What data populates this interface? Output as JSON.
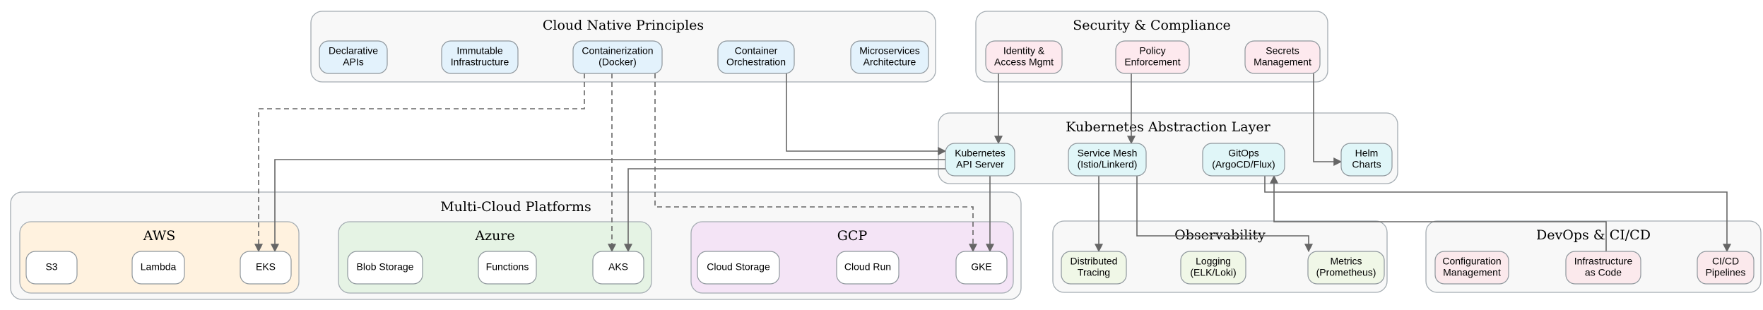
{
  "colors": {
    "cluster_fill": "#f8f8f8",
    "cluster_stroke": "#a4acb2",
    "edge": "#666666",
    "principle_fill": "#e3f2fc",
    "security_fill": "#fde9ee",
    "k8s_fill": "#e0f6f8",
    "obs_fill": "#f0f7e7",
    "devops_fill": "#fbe9ec",
    "aws_fill": "#fff2df",
    "azure_fill": "#e5f3e4",
    "gcp_fill": "#f4e4f6",
    "cloud_node_fill": "#ffffff"
  },
  "clusters": {
    "principles": "Cloud Native Principles",
    "security": "Security & Compliance",
    "kubernetes": "Kubernetes Abstraction Layer",
    "multicloud": "Multi-Cloud Platforms",
    "aws": "AWS",
    "azure": "Azure",
    "gcp": "GCP",
    "observability": "Observability",
    "devops": "DevOps & CI/CD"
  },
  "nodes": {
    "declarative": [
      "Declarative",
      "APIs"
    ],
    "immutable": [
      "Immutable",
      "Infrastructure"
    ],
    "containerization": [
      "Containerization",
      "(Docker)"
    ],
    "orchestration": [
      "Container",
      "Orchestration"
    ],
    "microservices": [
      "Microservices",
      "Architecture"
    ],
    "identity": [
      "Identity &",
      "Access Mgmt"
    ],
    "policy": [
      "Policy",
      "Enforcement"
    ],
    "secrets": [
      "Secrets",
      "Management"
    ],
    "api_server": [
      "Kubernetes",
      "API Server"
    ],
    "service_mesh": [
      "Service Mesh",
      "(Istio/Linkerd)"
    ],
    "gitops": [
      "GitOps",
      "(ArgoCD/Flux)"
    ],
    "helm": [
      "Helm",
      "Charts"
    ],
    "s3": [
      "S3"
    ],
    "lambda": [
      "Lambda"
    ],
    "eks": [
      "EKS"
    ],
    "blob": [
      "Blob Storage"
    ],
    "functions": [
      "Functions"
    ],
    "aks": [
      "AKS"
    ],
    "cloud_storage": [
      "Cloud Storage"
    ],
    "cloud_run": [
      "Cloud Run"
    ],
    "gke": [
      "GKE"
    ],
    "tracing": [
      "Distributed",
      "Tracing"
    ],
    "logging": [
      "Logging",
      "(ELK/Loki)"
    ],
    "metrics": [
      "Metrics",
      "(Prometheus)"
    ],
    "config_mgmt": [
      "Configuration",
      "Management"
    ],
    "iac": [
      "Infrastructure",
      "as Code"
    ],
    "cicd": [
      "CI/CD",
      "Pipelines"
    ]
  },
  "edges": [
    {
      "from": "containerization",
      "to": "eks",
      "style": "dashed"
    },
    {
      "from": "containerization",
      "to": "aks",
      "style": "dashed"
    },
    {
      "from": "containerization",
      "to": "gke",
      "style": "dashed"
    },
    {
      "from": "orchestration",
      "to": "api_server",
      "style": "solid"
    },
    {
      "from": "identity",
      "to": "api_server",
      "style": "solid"
    },
    {
      "from": "policy",
      "to": "service_mesh",
      "style": "solid"
    },
    {
      "from": "secrets",
      "to": "helm",
      "style": "solid"
    },
    {
      "from": "api_server",
      "to": "eks",
      "style": "solid"
    },
    {
      "from": "api_server",
      "to": "aks",
      "style": "solid"
    },
    {
      "from": "api_server",
      "to": "gke",
      "style": "solid"
    },
    {
      "from": "service_mesh",
      "to": "tracing",
      "style": "solid"
    },
    {
      "from": "service_mesh",
      "to": "metrics",
      "style": "solid"
    },
    {
      "from": "gitops",
      "to": "cicd",
      "style": "solid"
    },
    {
      "from": "iac",
      "to": "gitops",
      "style": "solid"
    }
  ]
}
